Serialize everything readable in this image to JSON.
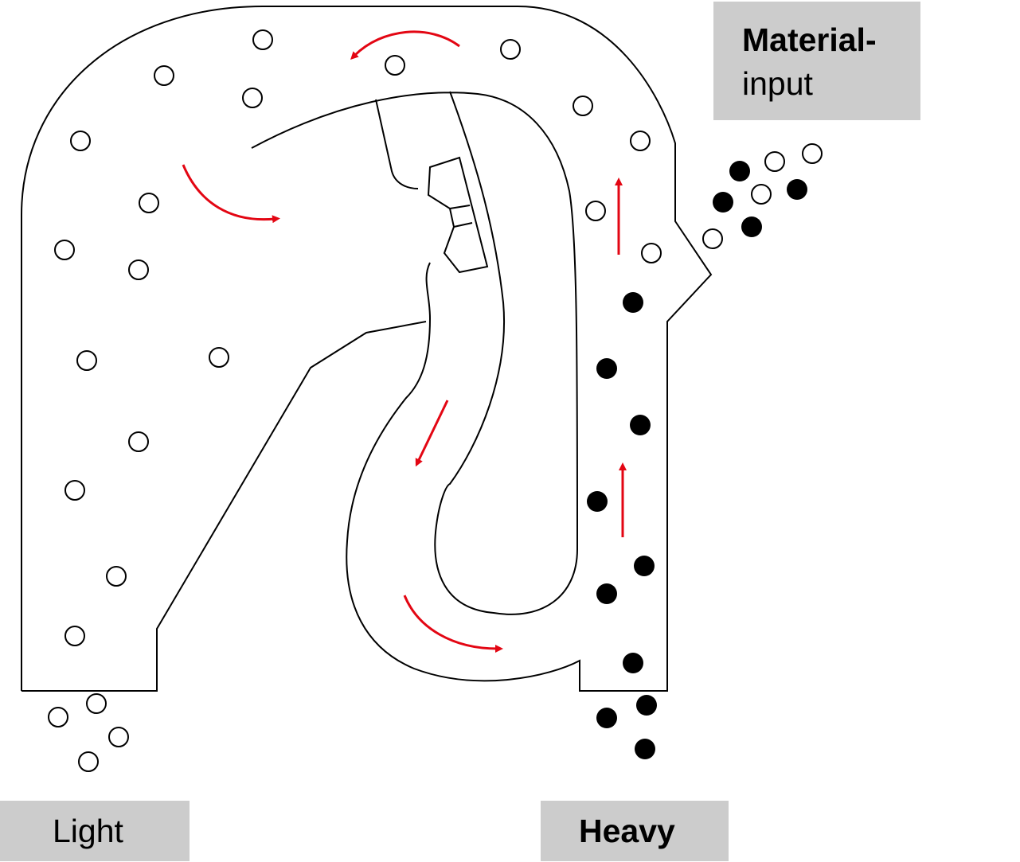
{
  "labels": {
    "material_input_line1": "Material-",
    "material_input_line2": "input",
    "light": "Light",
    "heavy": "Heavy"
  },
  "colors": {
    "flow_arrow": "#e30613",
    "outline": "#000000",
    "label_background": "#cccccc"
  },
  "particles": {
    "light_particle": "hollow circle",
    "heavy_particle": "filled black circle"
  }
}
